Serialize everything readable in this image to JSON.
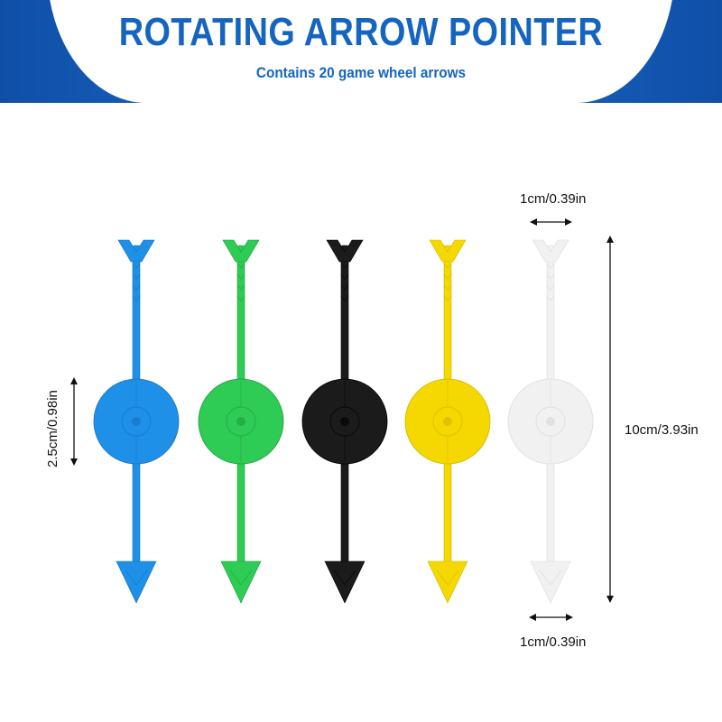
{
  "header": {
    "title": "ROTATING ARROW POINTER",
    "subtitle": "Contains 20 game wheel arrows"
  },
  "colors": {
    "header_blue": "#1565c0",
    "band_blue": "#1a6ac7"
  },
  "arrows": [
    {
      "name": "blue",
      "color": "#1e90e8",
      "shade": "#1670c2"
    },
    {
      "name": "green",
      "color": "#2ecc55",
      "shade": "#1f9c3e"
    },
    {
      "name": "black",
      "color": "#1b1b1b",
      "shade": "#000000"
    },
    {
      "name": "yellow",
      "color": "#f5d800",
      "shade": "#d1b500"
    },
    {
      "name": "white",
      "color": "#f1f1f1",
      "shade": "#d7d7d7"
    }
  ],
  "dimensions": {
    "tail_width": "1cm/0.39in",
    "head_width": "1cm/0.39in",
    "disc_diameter": "2.5cm/0.98in",
    "total_length": "10cm/3.93in"
  }
}
